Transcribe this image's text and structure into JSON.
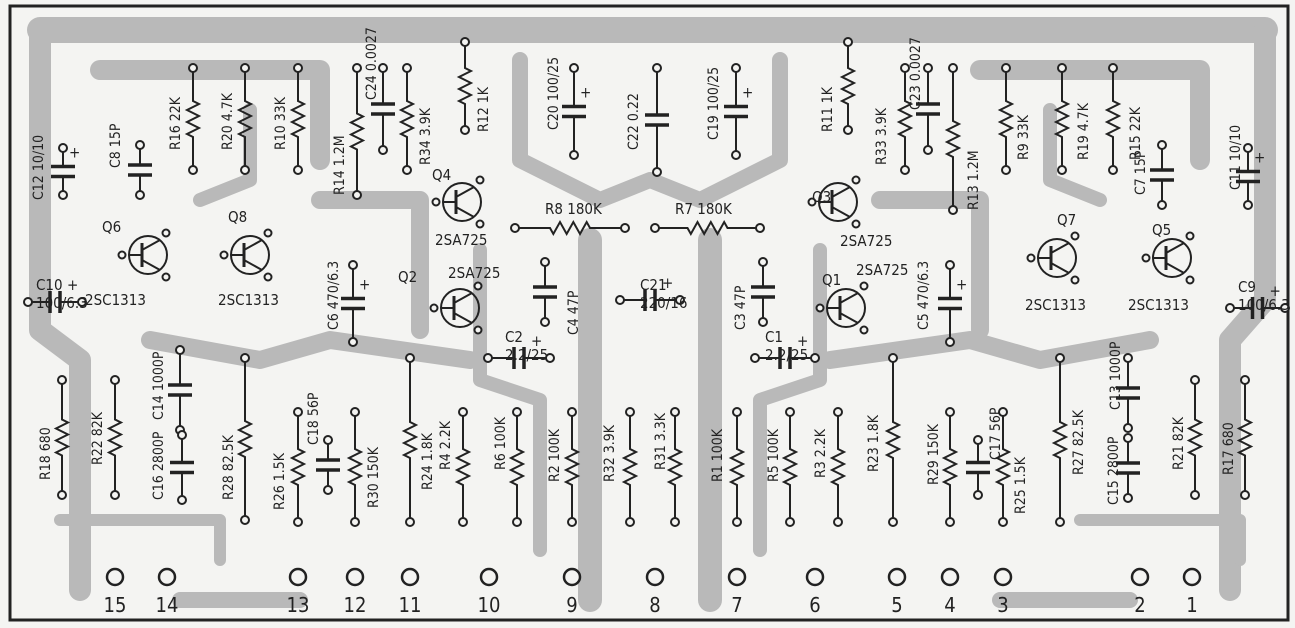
{
  "pins": [
    "15",
    "14",
    "13",
    "12",
    "11",
    "10",
    "9",
    "8",
    "7",
    "6",
    "5",
    "4",
    "3",
    "2",
    "1"
  ],
  "transistors": [
    {
      "ref": "Q6",
      "type": "2SC1313"
    },
    {
      "ref": "Q8",
      "type": "2SC1313"
    },
    {
      "ref": "Q4",
      "type": "2SA725"
    },
    {
      "ref": "Q2",
      "type": "2SA725"
    },
    {
      "ref": "Q3",
      "type": "2SA725"
    },
    {
      "ref": "Q1",
      "type": "2SA725"
    },
    {
      "ref": "Q7",
      "type": "2SC1313"
    },
    {
      "ref": "Q5",
      "type": "2SC1313"
    }
  ],
  "resistors_top": [
    {
      "label": "R16 22K"
    },
    {
      "label": "R20 4.7K"
    },
    {
      "label": "R10 33K"
    },
    {
      "label": "R14 1.2M"
    },
    {
      "label": "R34 3.9K"
    },
    {
      "label": "R12 1K"
    },
    {
      "label": "R11 1K"
    },
    {
      "label": "R33 3.9K"
    },
    {
      "label": "R13 1.2M"
    },
    {
      "label": "R9 33K"
    },
    {
      "label": "R19 4.7K"
    },
    {
      "label": "R15 22K"
    }
  ],
  "resistors_mid": [
    {
      "label": "R8 180K"
    },
    {
      "label": "R7 180K"
    }
  ],
  "resistors_bottom": [
    {
      "label": "R18 680"
    },
    {
      "label": "R22 82K"
    },
    {
      "label": "R28 82.5K"
    },
    {
      "label": "R26 1.5K"
    },
    {
      "label": "R30 150K"
    },
    {
      "label": "R24 1.8K"
    },
    {
      "label": "R4 2.2K"
    },
    {
      "label": "R6 100K"
    },
    {
      "label": "R2 100K"
    },
    {
      "label": "R32 3.9K"
    },
    {
      "label": "R31 3.3K"
    },
    {
      "label": "R1 100K"
    },
    {
      "label": "R5 100K"
    },
    {
      "label": "R3 2.2K"
    },
    {
      "label": "R23 1.8K"
    },
    {
      "label": "R29 150K"
    },
    {
      "label": "R25 1.5K"
    },
    {
      "label": "R27 82.5K"
    },
    {
      "label": "R21 82K"
    },
    {
      "label": "R17 680"
    }
  ],
  "capacitors": [
    {
      "ref": "C12",
      "value": "10/10"
    },
    {
      "ref": "C8",
      "value": "15P"
    },
    {
      "ref": "C24",
      "value": "0.0027"
    },
    {
      "ref": "C20",
      "value": "100/25"
    },
    {
      "ref": "C22",
      "value": "0.22"
    },
    {
      "ref": "C19",
      "value": "100/25"
    },
    {
      "ref": "C23",
      "value": "0.0027"
    },
    {
      "ref": "C7",
      "value": "15P"
    },
    {
      "ref": "C11",
      "value": "10/10"
    },
    {
      "ref": "C10",
      "value": "100/6.3"
    },
    {
      "ref": "C6",
      "value": "470/6.3"
    },
    {
      "ref": "C4",
      "value": "47P"
    },
    {
      "ref": "C21",
      "value": "220/16"
    },
    {
      "ref": "C3",
      "value": "47P"
    },
    {
      "ref": "C5",
      "value": "470/6.3"
    },
    {
      "ref": "C9",
      "value": "100/6.3"
    },
    {
      "ref": "C2",
      "value": "2.2/25"
    },
    {
      "ref": "C1",
      "value": "2.2/25"
    },
    {
      "ref": "C14",
      "value": "1000P"
    },
    {
      "ref": "C16",
      "value": "2800P"
    },
    {
      "ref": "C18",
      "value": "56P"
    },
    {
      "ref": "C17",
      "value": "56P"
    },
    {
      "ref": "C13",
      "value": "1000P"
    },
    {
      "ref": "C15",
      "value": "2800P"
    }
  ],
  "polarity_mark": "+"
}
